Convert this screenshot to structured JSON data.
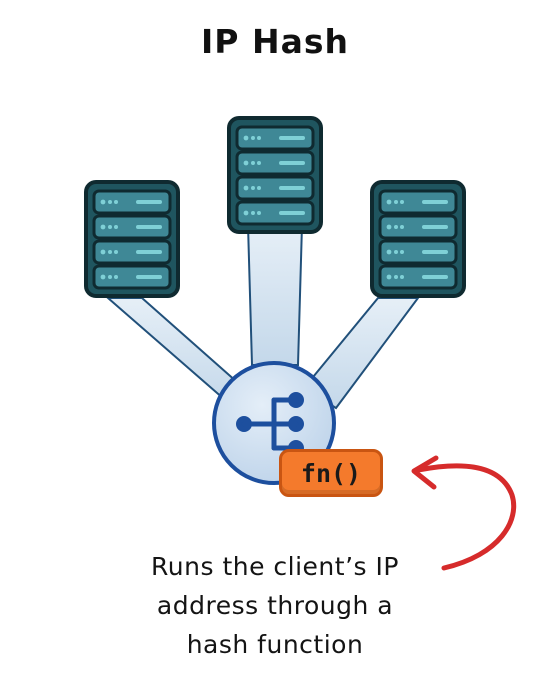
{
  "title": "IP Hash",
  "badge": {
    "label": "fn()"
  },
  "caption": {
    "line1": "Runs the client’s IP",
    "line2": "address through a",
    "line3": "hash function"
  },
  "colors": {
    "server_body": "#1f555f",
    "server_border": "#0f2a30",
    "server_slot": "#3f8896",
    "server_led": "#7fd0d6",
    "beam": "#cfe0ee",
    "hub_fill": "#c9dced",
    "hub_border": "#1d4f9e",
    "hub_icon": "#1d4f9e",
    "badge_fill": "#f47a2c",
    "arrow": "#d62b2b"
  },
  "icons": [
    "server-icon",
    "share-network-icon",
    "curved-arrow-icon"
  ]
}
